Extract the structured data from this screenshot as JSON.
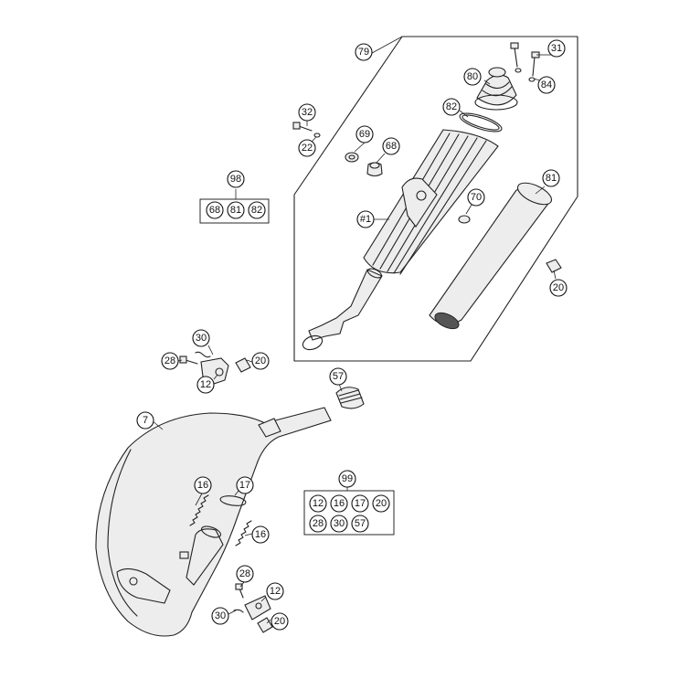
{
  "callouts": {
    "c79": "79",
    "c31": "31",
    "c80": "80",
    "c84": "84",
    "c82": "82",
    "c32": "32",
    "c22": "22",
    "c69": "69",
    "c68": "68",
    "c98": "98",
    "c81": "81",
    "c70": "70",
    "c1": "#1",
    "c20a": "20",
    "c30a": "30",
    "c28a": "28",
    "c20b": "20",
    "c12a": "12",
    "c57": "57",
    "c7": "7",
    "c16a": "16",
    "c17": "17",
    "c99": "99",
    "c16b": "16",
    "c28b": "28",
    "c12b": "12",
    "c30b": "30",
    "c20c": "20"
  },
  "kit98": [
    "68",
    "81",
    "82"
  ],
  "kit99_row1": [
    "12",
    "16",
    "17",
    "20"
  ],
  "kit99_row2": [
    "28",
    "30",
    "57"
  ]
}
